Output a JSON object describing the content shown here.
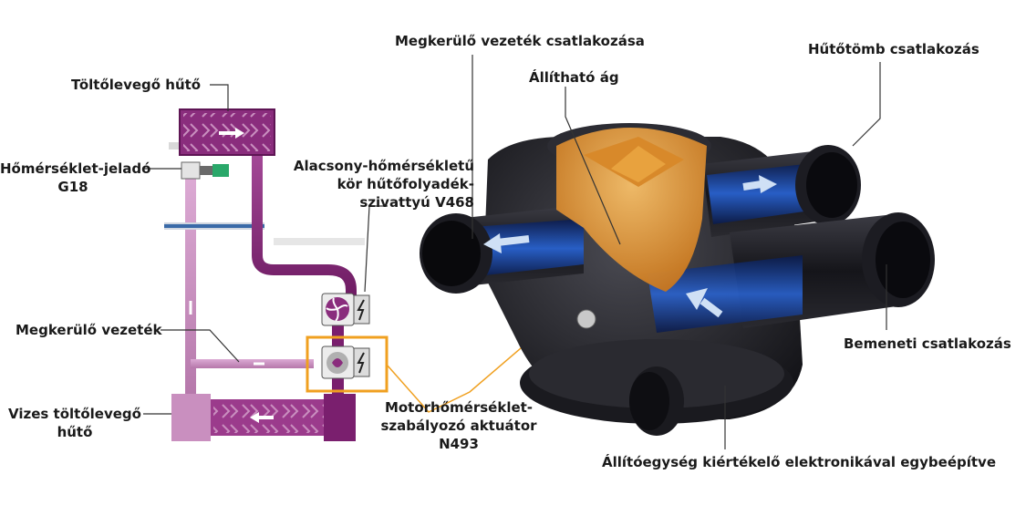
{
  "labels": {
    "charge_air_cooler": "Töltőlevegő hűtő",
    "temp_sensor_line1": "Hőmérséklet-jeladó",
    "temp_sensor_line2": "G18",
    "pump_line1": "Alacsony-hőmérsékletű",
    "pump_line2": "kör hűtőfolyadék-",
    "pump_line3": "szivattyú V468",
    "bypass_line": "Megkerülő vezeték",
    "water_cooler_line1": "Vizes töltőlevegő",
    "water_cooler_line2": "hűtő",
    "actuator_line1": "Motorhőmérséklet-",
    "actuator_line2": "szabályozó aktuátor",
    "actuator_line3": "N493",
    "bypass_connection": "Megkerülő vezeték csatlakozása",
    "adjustable_branch": "Állítható ág",
    "block_connection": "Hűtőtömb csatlakozás",
    "inlet_connection": "Bemeneti csatlakozás",
    "control_unit": "Állítóegység kiértékelő elektronikával egybeépítve"
  },
  "colors": {
    "purple_dark": "#7a1f6e",
    "purple_mid": "#9b3b8c",
    "purple_light": "#c98fbf",
    "blue_line": "#3a6aa8",
    "highlight_orange": "#f0a020",
    "valve_body": "#1f1f24",
    "valve_blue": "#1e4fb0",
    "valve_orange": "#e59a2c"
  }
}
